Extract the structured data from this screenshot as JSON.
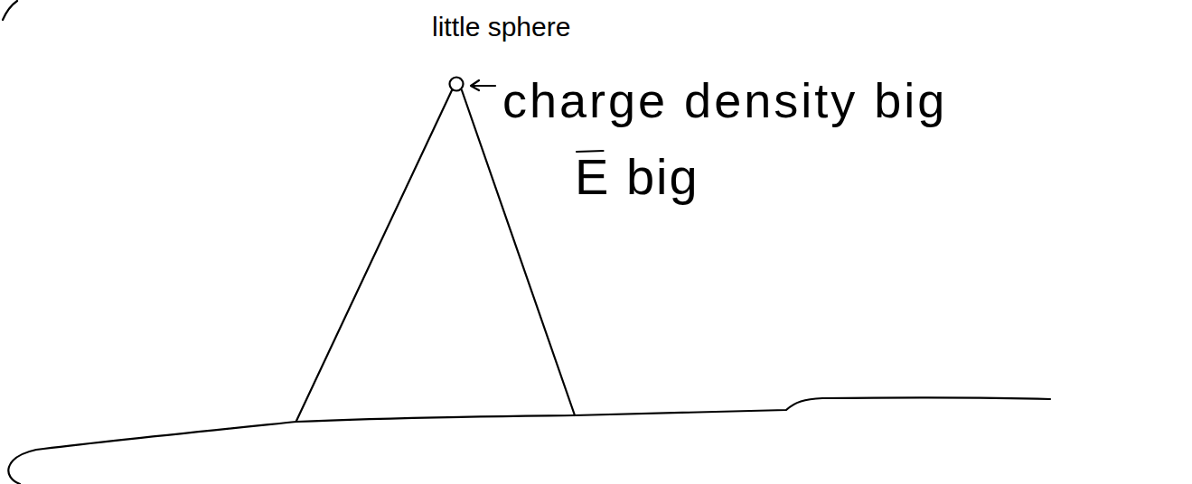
{
  "diagram": {
    "labels": [
      "little sphere",
      "charge density big",
      "E big"
    ]
  }
}
